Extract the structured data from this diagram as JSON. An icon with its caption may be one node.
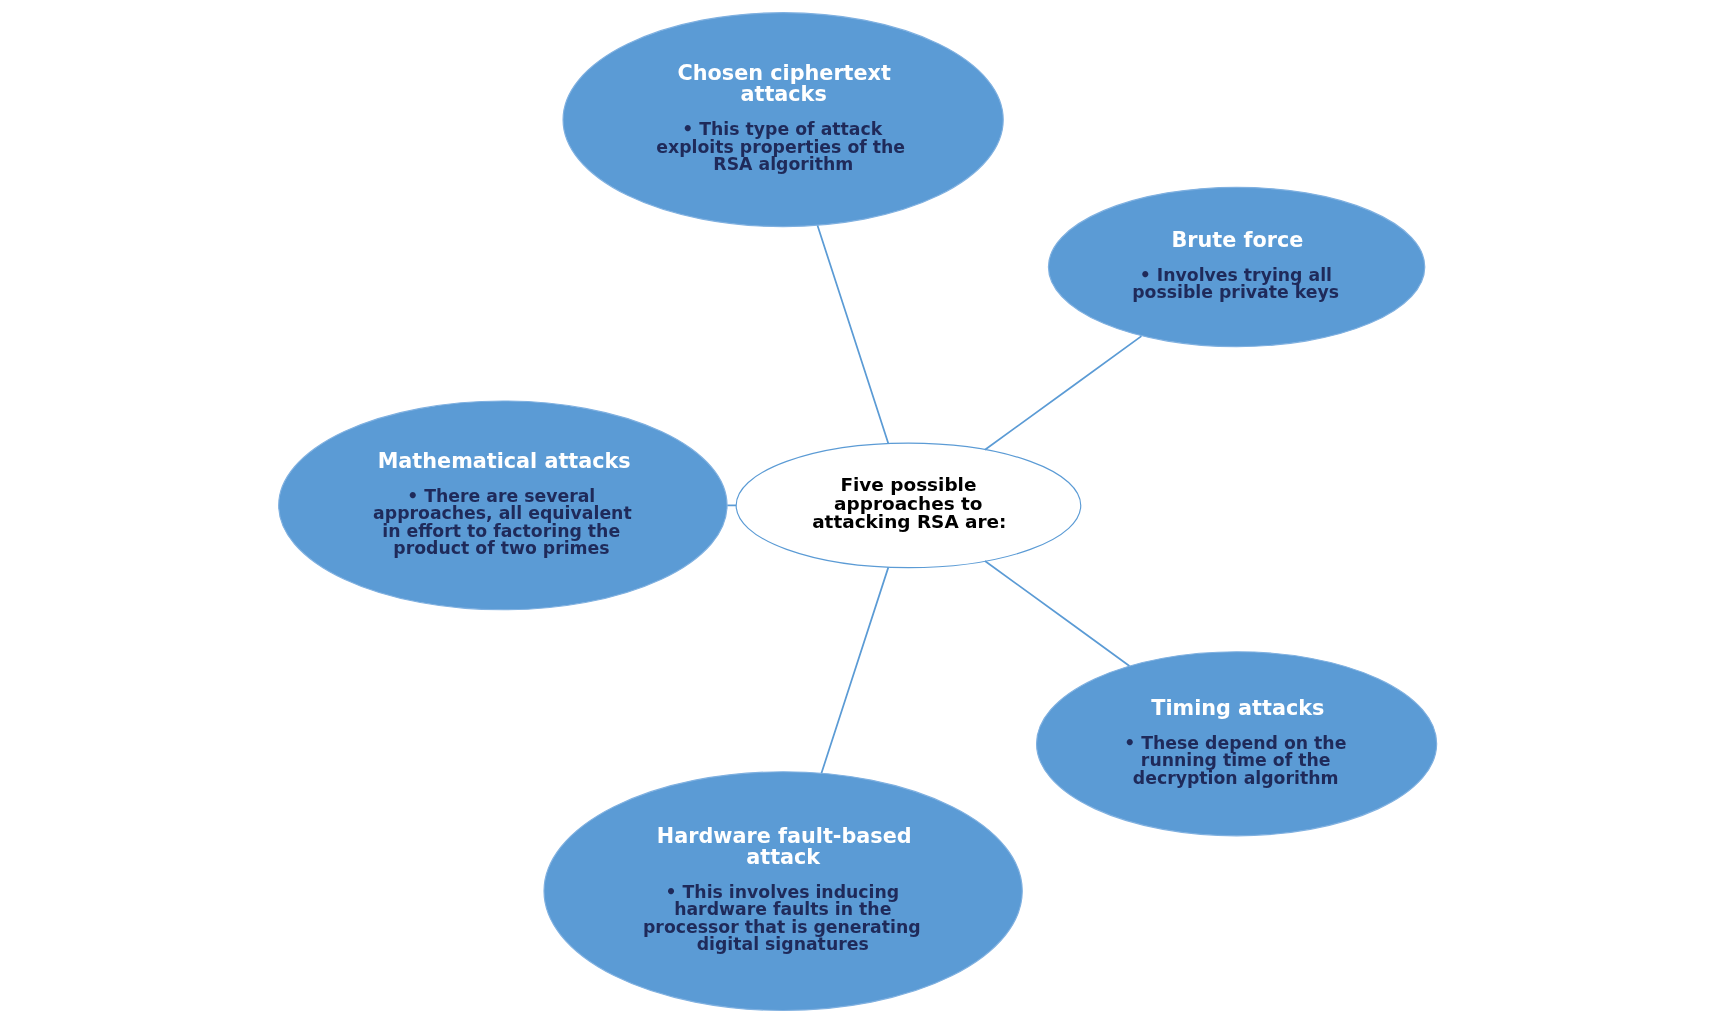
{
  "diagram": {
    "nodes": [
      {
        "text": [
          "Brute force",
          "• Involves trying all possible private keys"
        ]
      },
      {
        "text": [
          "Chosen ciphertext attacks",
          "• This type of attack exploits properties of the RSA algorithm"
        ]
      },
      {
        "text": [
          "Mathematical attacks",
          "• There are several approaches, all equivalent in effort to factoring the product of two primes"
        ]
      },
      {
        "text": [
          "Five possible approaches to attacking RSA are:"
        ]
      },
      {
        "text": [
          "Hardware fault-based attack",
          "• This involves inducing hardware faults in the processor that is generating digital signatures"
        ]
      },
      {
        "text": [
          "Timing attacks",
          "• These depend on the running time of the decryption algorithm"
        ]
      }
    ],
    "edges": [
      {
        "from": 3,
        "to": 0,
        "arrow": "none"
      },
      {
        "from": 3,
        "to": 1,
        "arrow": "none"
      },
      {
        "from": 3,
        "to": 2,
        "arrow": "none"
      },
      {
        "from": 3,
        "to": 4,
        "arrow": "none"
      },
      {
        "from": 3,
        "to": 5,
        "arrow": "none"
      }
    ]
  }
}
